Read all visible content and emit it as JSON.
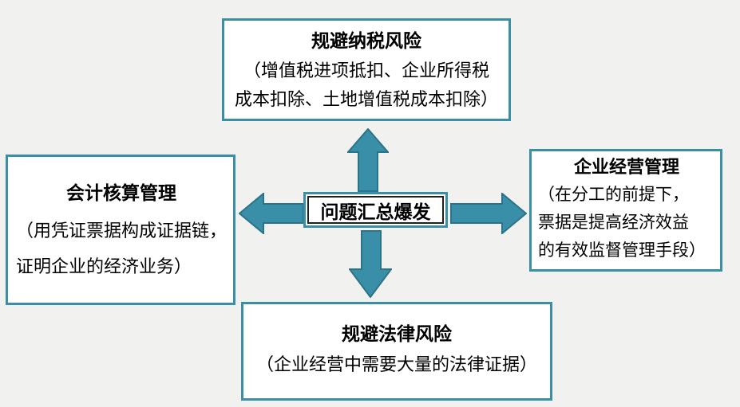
{
  "diagram": {
    "center": {
      "label": "问题汇总爆发"
    },
    "nodes": {
      "top": {
        "title": "规避纳税风险",
        "body_lines": [
          "（增值税进项抵扣、企业所得税",
          "成本扣除、土地增值税成本扣除）"
        ]
      },
      "left": {
        "title": "会计核算管理",
        "body_lines": [
          "（用凭证票据构成证据链，",
          "证明企业的经济业务）"
        ]
      },
      "right": {
        "title": "企业经营管理",
        "body_lines": [
          "（在分工的前提下，",
          "票据是提高经济效益",
          "的有效监督管理手段）"
        ]
      },
      "bottom": {
        "title": "规避法律风险",
        "body_lines": [
          "（企业经营中需要大量的法律证据）"
        ]
      }
    },
    "colors": {
      "background": "#f1f1ef",
      "box_fill": "#ffffff",
      "border": "#3a8ea6",
      "arrow_fill": "#3a8fa8",
      "arrow_stroke": "#2b7487",
      "text": "#000000",
      "inner_border": "#1f1f1f"
    }
  }
}
